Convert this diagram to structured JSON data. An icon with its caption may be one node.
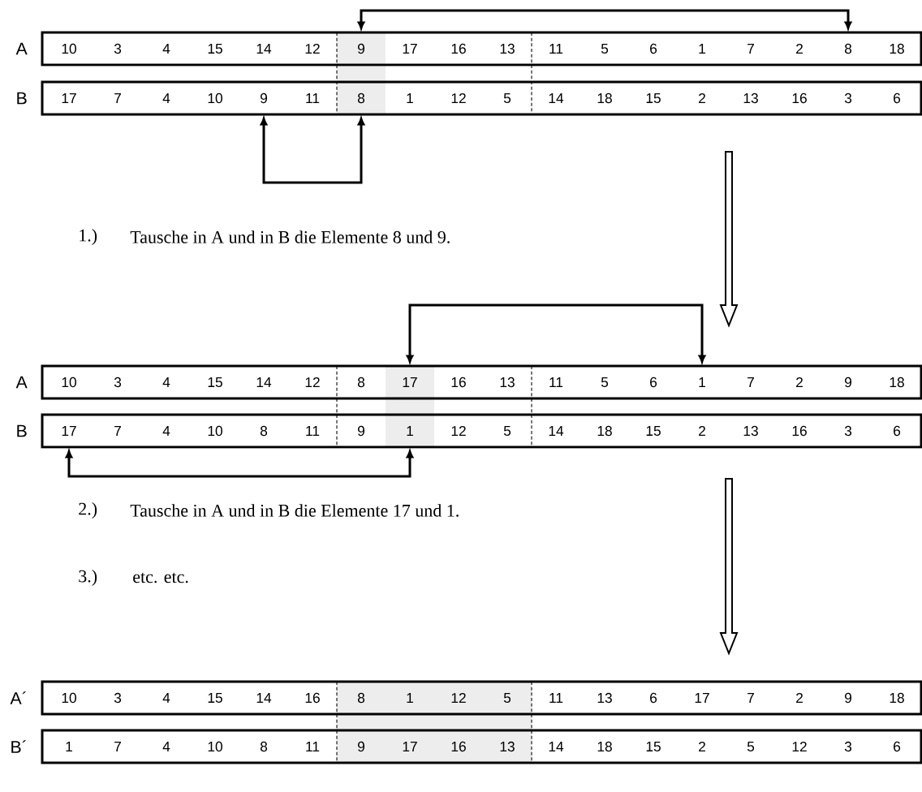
{
  "diagram": {
    "nodes": [
      {
        "text": [
          "A"
        ]
      },
      {
        "text": [
          "10"
        ],
        "in": 0
      },
      {
        "text": [
          "3"
        ],
        "in": 0
      },
      {
        "text": [
          "4"
        ],
        "in": 0
      },
      {
        "text": [
          "15"
        ],
        "in": 0
      },
      {
        "text": [
          "14"
        ],
        "in": 0
      },
      {
        "text": [
          "12"
        ],
        "in": 0
      },
      {
        "text": [
          "9"
        ],
        "in": 0
      },
      {
        "text": [
          "17"
        ],
        "in": 0
      },
      {
        "text": [
          "16"
        ],
        "in": 0
      },
      {
        "text": [
          "13"
        ],
        "in": 0
      },
      {
        "text": [
          "11"
        ],
        "in": 0
      },
      {
        "text": [
          "5"
        ],
        "in": 0
      },
      {
        "text": [
          "6"
        ],
        "in": 0
      },
      {
        "text": [
          "1"
        ],
        "in": 0
      },
      {
        "text": [
          "7"
        ],
        "in": 0
      },
      {
        "text": [
          "2"
        ],
        "in": 0
      },
      {
        "text": [
          "8"
        ],
        "in": 0
      },
      {
        "text": [
          "18"
        ],
        "in": 0
      },
      {
        "text": [
          "B"
        ]
      },
      {
        "text": [
          "17"
        ],
        "in": 19
      },
      {
        "text": [
          "7"
        ],
        "in": 19
      },
      {
        "text": [
          "4"
        ],
        "in": 19
      },
      {
        "text": [
          "10"
        ],
        "in": 19
      },
      {
        "text": [
          "9"
        ],
        "in": 19
      },
      {
        "text": [
          "11"
        ],
        "in": 19
      },
      {
        "text": [
          "8"
        ],
        "in": 19
      },
      {
        "text": [
          "1"
        ],
        "in": 19
      },
      {
        "text": [
          "12"
        ],
        "in": 19
      },
      {
        "text": [
          "5"
        ],
        "in": 19
      },
      {
        "text": [
          "14"
        ],
        "in": 19
      },
      {
        "text": [
          "18"
        ],
        "in": 19
      },
      {
        "text": [
          "15"
        ],
        "in": 19
      },
      {
        "text": [
          "2"
        ],
        "in": 19
      },
      {
        "text": [
          "13"
        ],
        "in": 19
      },
      {
        "text": [
          "16"
        ],
        "in": 19
      },
      {
        "text": [
          "3"
        ],
        "in": 19
      },
      {
        "text": [
          "6"
        ],
        "in": 19
      },
      {
        "text": [
          "A"
        ]
      },
      {
        "text": [
          "10"
        ],
        "in": 38
      },
      {
        "text": [
          "3"
        ],
        "in": 38
      },
      {
        "text": [
          "4"
        ],
        "in": 38
      },
      {
        "text": [
          "15"
        ],
        "in": 38
      },
      {
        "text": [
          "14"
        ],
        "in": 38
      },
      {
        "text": [
          "12"
        ],
        "in": 38
      },
      {
        "text": [
          "8"
        ],
        "in": 38
      },
      {
        "text": [
          "17"
        ],
        "in": 38
      },
      {
        "text": [
          "16"
        ],
        "in": 38
      },
      {
        "text": [
          "13"
        ],
        "in": 38
      },
      {
        "text": [
          "11"
        ],
        "in": 38
      },
      {
        "text": [
          "5"
        ],
        "in": 38
      },
      {
        "text": [
          "6"
        ],
        "in": 38
      },
      {
        "text": [
          "1"
        ],
        "in": 38
      },
      {
        "text": [
          "7"
        ],
        "in": 38
      },
      {
        "text": [
          "2"
        ],
        "in": 38
      },
      {
        "text": [
          "9"
        ],
        "in": 38
      },
      {
        "text": [
          "18"
        ],
        "in": 38
      },
      {
        "text": [
          "B"
        ]
      },
      {
        "text": [
          "17"
        ],
        "in": 57
      },
      {
        "text": [
          "7"
        ],
        "in": 57
      },
      {
        "text": [
          "4"
        ],
        "in": 57
      },
      {
        "text": [
          "10"
        ],
        "in": 57
      },
      {
        "text": [
          "8"
        ],
        "in": 57
      },
      {
        "text": [
          "11"
        ],
        "in": 57
      },
      {
        "text": [
          "9"
        ],
        "in": 57
      },
      {
        "text": [
          "1"
        ],
        "in": 57
      },
      {
        "text": [
          "12"
        ],
        "in": 57
      },
      {
        "text": [
          "5"
        ],
        "in": 57
      },
      {
        "text": [
          "14"
        ],
        "in": 57
      },
      {
        "text": [
          "18"
        ],
        "in": 57
      },
      {
        "text": [
          "15"
        ],
        "in": 57
      },
      {
        "text": [
          "2"
        ],
        "in": 57
      },
      {
        "text": [
          "13"
        ],
        "in": 57
      },
      {
        "text": [
          "16"
        ],
        "in": 57
      },
      {
        "text": [
          "3"
        ],
        "in": 57
      },
      {
        "text": [
          "6"
        ],
        "in": 57
      },
      {
        "text": [
          "A´"
        ]
      },
      {
        "text": [
          "10"
        ],
        "in": 76
      },
      {
        "text": [
          "3"
        ],
        "in": 76
      },
      {
        "text": [
          "4"
        ],
        "in": 76
      },
      {
        "text": [
          "15"
        ],
        "in": 76
      },
      {
        "text": [
          "14"
        ],
        "in": 76
      },
      {
        "text": [
          "16"
        ],
        "in": 76
      },
      {
        "text": [
          "8"
        ],
        "in": 76
      },
      {
        "text": [
          "1"
        ],
        "in": 76
      },
      {
        "text": [
          "12"
        ],
        "in": 76
      },
      {
        "text": [
          "5"
        ],
        "in": 76
      },
      {
        "text": [
          "11"
        ],
        "in": 76
      },
      {
        "text": [
          "13"
        ],
        "in": 76
      },
      {
        "text": [
          "6"
        ],
        "in": 76
      },
      {
        "text": [
          "17"
        ],
        "in": 76
      },
      {
        "text": [
          "7"
        ],
        "in": 76
      },
      {
        "text": [
          "2"
        ],
        "in": 76
      },
      {
        "text": [
          "9"
        ],
        "in": 76
      },
      {
        "text": [
          "18"
        ],
        "in": 76
      },
      {
        "text": [
          "B´"
        ]
      },
      {
        "text": [
          "1"
        ],
        "in": 95
      },
      {
        "text": [
          "7"
        ],
        "in": 95
      },
      {
        "text": [
          "4"
        ],
        "in": 95
      },
      {
        "text": [
          "10"
        ],
        "in": 95
      },
      {
        "text": [
          "8"
        ],
        "in": 95
      },
      {
        "text": [
          "11"
        ],
        "in": 95
      },
      {
        "text": [
          "9"
        ],
        "in": 95
      },
      {
        "text": [
          "17"
        ],
        "in": 95
      },
      {
        "text": [
          "16"
        ],
        "in": 95
      },
      {
        "text": [
          "13"
        ],
        "in": 95
      },
      {
        "text": [
          "14"
        ],
        "in": 95
      },
      {
        "text": [
          "18"
        ],
        "in": 95
      },
      {
        "text": [
          "15"
        ],
        "in": 95
      },
      {
        "text": [
          "2"
        ],
        "in": 95
      },
      {
        "text": [
          "5"
        ],
        "in": 95
      },
      {
        "text": [
          "12"
        ],
        "in": 95
      },
      {
        "text": [
          "3"
        ],
        "in": 95
      },
      {
        "text": [
          "6"
        ],
        "in": 95
      }
    ],
    "edges": [
      {
        "from": 7,
        "to": 17,
        "arrow": "both"
      },
      {
        "from": 24,
        "to": 26,
        "arrow": "both"
      },
      {
        "from": 46,
        "to": 52,
        "arrow": "both"
      },
      {
        "from": 58,
        "to": 65,
        "arrow": "both"
      },
      {
        "from": 19,
        "to": 38,
        "arrow": "to"
      },
      {
        "from": 57,
        "to": 76,
        "arrow": "to"
      }
    ],
    "labels": [
      "1.)",
      "Tausche in A und in B die Elemente 8 und 9.",
      "2.)",
      "Tausche in A und in B die Elemente 17 und 1.",
      "3.)",
      "etc. etc."
    ]
  }
}
